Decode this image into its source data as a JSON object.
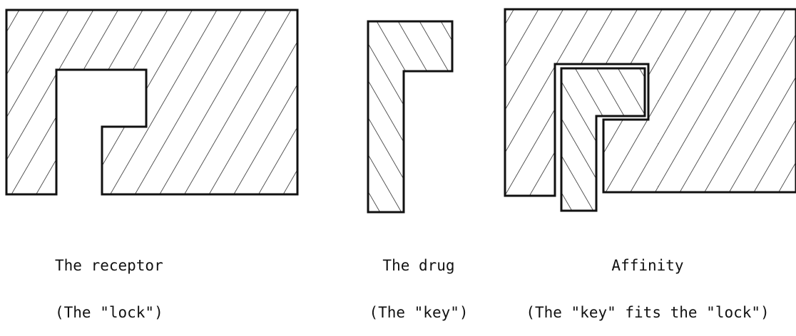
{
  "panels": [
    {
      "id": "receptor",
      "title": "The receptor",
      "subtitle": "(The \"lock\")"
    },
    {
      "id": "drug",
      "title": "The drug",
      "subtitle": "(The \"key\")"
    },
    {
      "id": "affinity",
      "title": "Affinity",
      "subtitle": "(The \"key\" fits the \"lock\")"
    }
  ],
  "colors": {
    "stroke": "#111111",
    "background": "#ffffff"
  }
}
